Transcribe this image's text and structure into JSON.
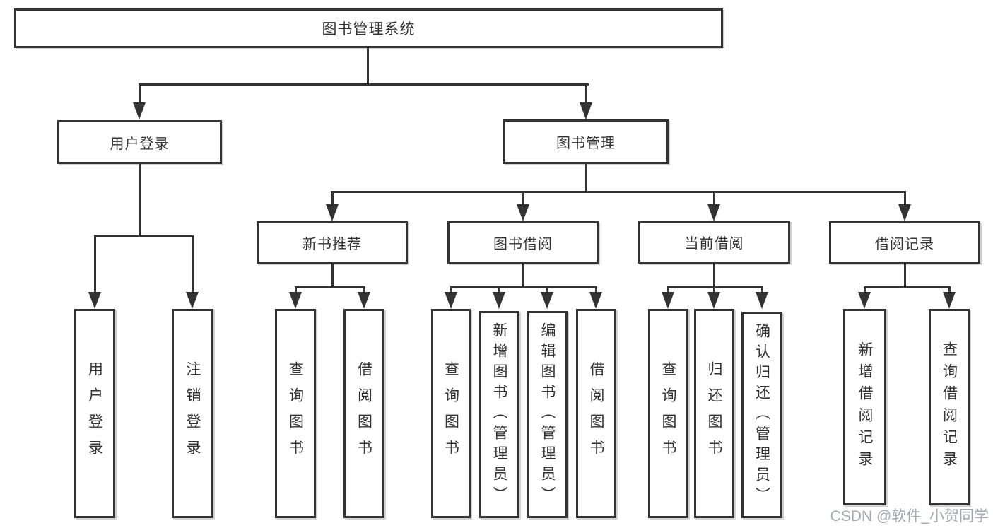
{
  "tree": {
    "root": "图书管理系统",
    "level2": [
      {
        "label": "用户登录",
        "children": [
          "用户登录",
          "注销登录"
        ]
      },
      {
        "label": "图书管理",
        "groups": [
          {
            "label": "新书推荐",
            "children": [
              "查询图书",
              "借阅图书"
            ]
          },
          {
            "label": "图书借阅",
            "children": [
              "查询图书",
              "新增图书（管理员）",
              "编辑图书（管理员）",
              "借阅图书"
            ]
          },
          {
            "label": "当前借阅",
            "children": [
              "查询图书",
              "归还图书",
              "确认归还（管理员）"
            ]
          },
          {
            "label": "借阅记录",
            "children": [
              "新增借阅记录",
              "查询借阅记录"
            ]
          }
        ]
      }
    ]
  },
  "watermark": {
    "text": "CSDN @软件_小贺同学"
  },
  "colors": {
    "line": "#333333",
    "text": "#333333",
    "background": "#ffffff",
    "watermark": "#9aa0a8"
  }
}
